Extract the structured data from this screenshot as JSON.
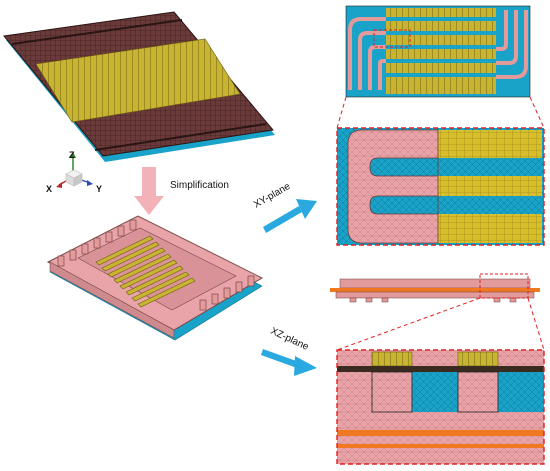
{
  "labels": {
    "simplification": "Simplification",
    "xy_plane": "XY-plane",
    "xz_plane": "XZ-plane"
  },
  "axes": {
    "z": "Z",
    "y": "Y",
    "x": "X"
  },
  "colors": {
    "pink": "#e39a9a",
    "pink_dark": "#b87070",
    "brown": "#6b3a3a",
    "brown_dark": "#3e1f1f",
    "yellow": "#c8b432",
    "yellow_dark": "#8a7a18",
    "blue": "#1aa3c8",
    "orange": "#f07820",
    "red_dash": "#e02020",
    "arrow_blue": "#29a9e0",
    "arrow_pink": "#f2b2b8"
  }
}
